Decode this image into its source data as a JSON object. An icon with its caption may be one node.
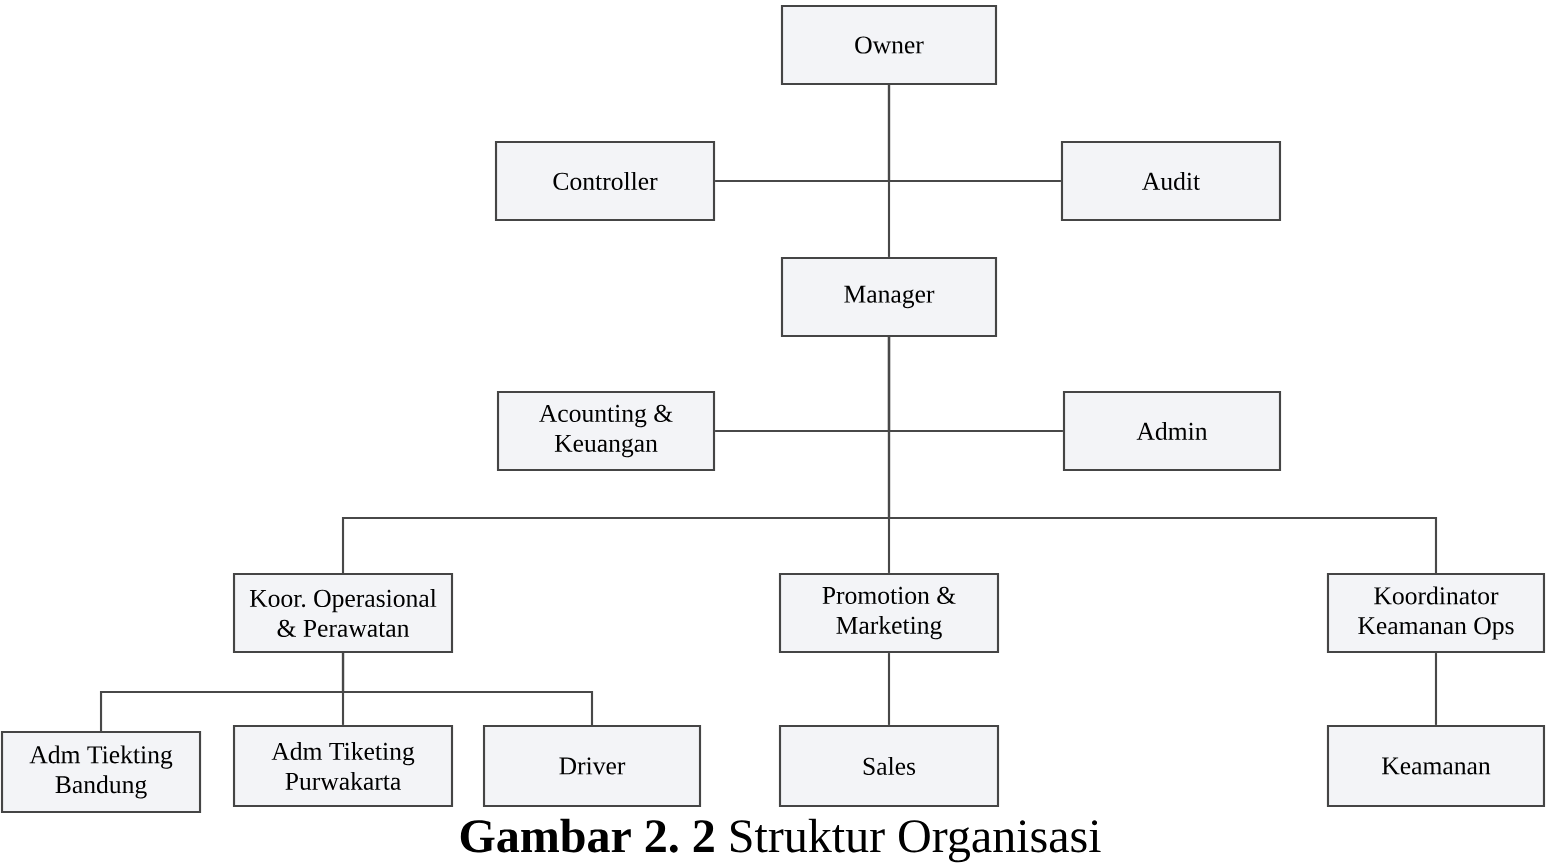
{
  "diagram": {
    "caption": "**Gambar 2. 2** Struktur Organisasi",
    "nodes": [
      {
        "text": [
          "Owner"
        ]
      },
      {
        "text": [
          "Controller"
        ]
      },
      {
        "text": [
          "Audit"
        ]
      },
      {
        "text": [
          "Manager"
        ]
      },
      {
        "text": [
          "Acounting & Keuangan"
        ]
      },
      {
        "text": [
          "Admin"
        ]
      },
      {
        "text": [
          "Koor. Operasional & Perawatan"
        ]
      },
      {
        "text": [
          "Promotion & Marketing"
        ]
      },
      {
        "text": [
          "Koordinator Keamanan Ops"
        ]
      },
      {
        "text": [
          "Adm Tiekting Bandung"
        ]
      },
      {
        "text": [
          "Adm Tiketing Purwakarta"
        ]
      },
      {
        "text": [
          "Driver"
        ]
      },
      {
        "text": [
          "Sales"
        ]
      },
      {
        "text": [
          "Keamanan"
        ]
      }
    ],
    "edges": [
      {
        "from": 0,
        "to": 3,
        "arrow": "none"
      },
      {
        "from": 0,
        "to": 1,
        "arrow": "none"
      },
      {
        "from": 0,
        "to": 2,
        "arrow": "none"
      },
      {
        "from": 3,
        "to": 4,
        "arrow": "none"
      },
      {
        "from": 3,
        "to": 5,
        "arrow": "none"
      },
      {
        "from": 3,
        "to": 6,
        "arrow": "none"
      },
      {
        "from": 3,
        "to": 7,
        "arrow": "none"
      },
      {
        "from": 3,
        "to": 8,
        "arrow": "none"
      },
      {
        "from": 6,
        "to": 9,
        "arrow": "none"
      },
      {
        "from": 6,
        "to": 10,
        "arrow": "none"
      },
      {
        "from": 6,
        "to": 11,
        "arrow": "none"
      },
      {
        "from": 7,
        "to": 12,
        "arrow": "none"
      },
      {
        "from": 8,
        "to": 13,
        "arrow": "none"
      }
    ]
  }
}
